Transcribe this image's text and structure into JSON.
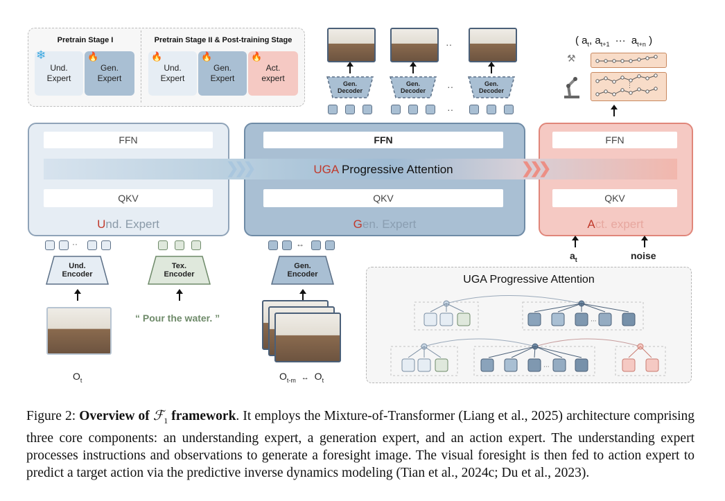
{
  "legend": {
    "stage1_title": "Pretrain Stage I",
    "stage2_title": "Pretrain Stage II & Post-training Stage",
    "stage1_items": [
      {
        "label": "Und.\nExpert",
        "icon": "snowflake-icon"
      },
      {
        "label": "Gen.\nExpert",
        "icon": "fire-icon"
      }
    ],
    "stage2_items": [
      {
        "label": "Und.\nExpert",
        "icon": "fire-icon"
      },
      {
        "label": "Gen.\nExpert",
        "icon": "fire-icon"
      },
      {
        "label": "Act.\nexpert",
        "icon": "fire-icon"
      }
    ]
  },
  "decoders": {
    "label": "Gen.\nDecoder",
    "ellipsis": "··"
  },
  "action_output": {
    "sequence": "( a",
    "sub_t": "t",
    "sub_t1": "t+1",
    "sub_tn": "t+n",
    "dots": "···"
  },
  "experts": {
    "ffn": "FFN",
    "qkv": "QKV",
    "attention_prefix": "UGA",
    "attention_label": " Progressive Attention",
    "und": {
      "first": "U",
      "rest": "nd. Expert"
    },
    "gen": {
      "first": "G",
      "rest": "en. Expert"
    },
    "act": {
      "first": "A",
      "rest": "ct. expert"
    }
  },
  "encoders": {
    "und": "Und.\nEncoder",
    "tex": "Tex.\nEncoder",
    "gen": "Gen.\nEncoder"
  },
  "inputs": {
    "instruction": "“ Pour the water. ”",
    "obs_label": "O",
    "obs_sub": "t",
    "obs_range_start": "O",
    "obs_range_start_sub": "t-m",
    "obs_range_arrow": "↔",
    "obs_range_end": "O",
    "obs_range_end_sub": "t",
    "action_in": "a",
    "action_in_sub": "t",
    "noise": "noise"
  },
  "uga_panel": {
    "title": "UGA Progressive Attention",
    "ellipsis": "···"
  },
  "caption": {
    "fig": "Figure 2:",
    "bold": "Overview of",
    "symbol": "ℱ",
    "symbol_sub": "1",
    "bold2": "framework",
    "text": ". It employs the Mixture-of-Transformer (Liang et al., 2025) architecture comprising three core components: an understanding expert, a generation expert, and an action expert. The understanding expert processes instructions and observations to generate a foresight image. The visual foresight is then fed to action expert to predict a target action via the predictive inverse dynamics modeling (Tian et al., 2024c; Du et al., 2023)."
  },
  "colors": {
    "und_fill": "#e6edf4",
    "und_border": "#8fa3b8",
    "gen_fill": "#a9bfd3",
    "gen_border": "#6f8ba6",
    "act_fill": "#f5c9c3",
    "act_border": "#e0867a",
    "tex_fill": "#dfe8dc",
    "accent_red": "#c0392b"
  }
}
